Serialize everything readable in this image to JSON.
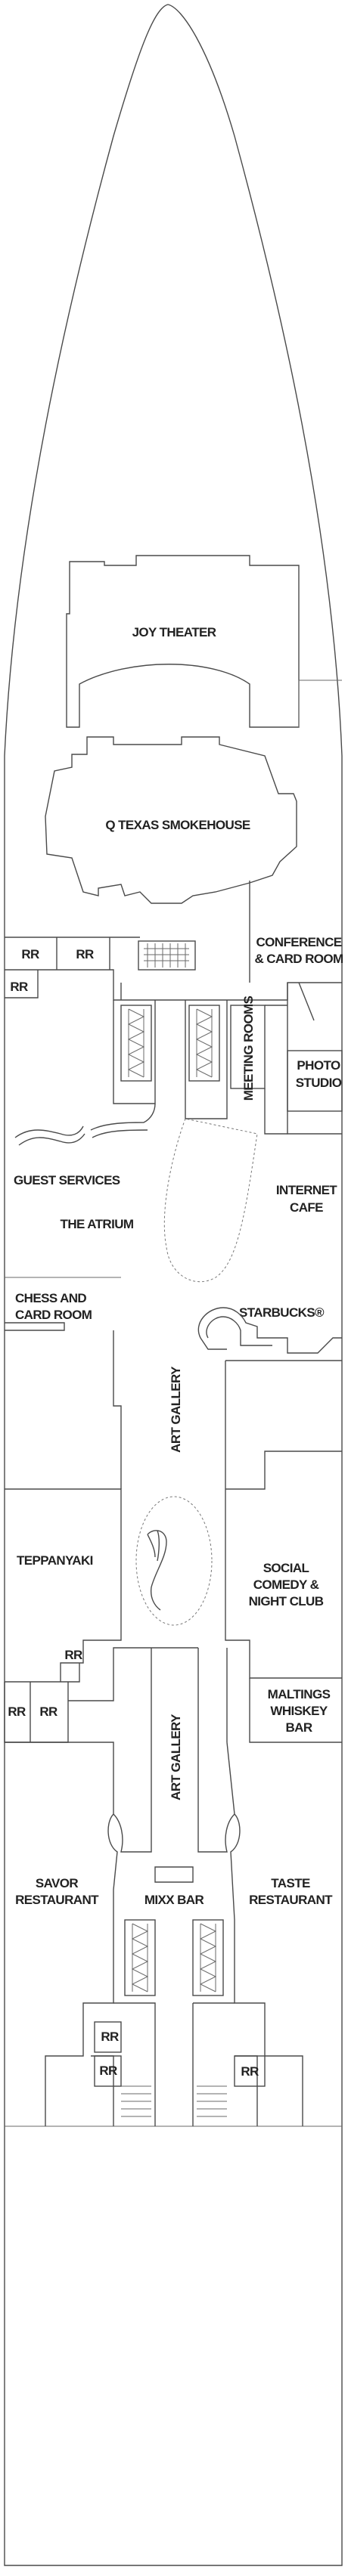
{
  "colors": {
    "line": "#4a4a4a",
    "text": "#222222",
    "background": "#ffffff"
  },
  "labels": {
    "joy_theater": "JOY THEATER",
    "smokehouse": "Q TEXAS SMOKEHOUSE",
    "conference_1": "CONFERENCE",
    "conference_2": "& CARD ROOM",
    "photo_1": "PHOTO",
    "photo_2": "STUDIO",
    "meeting_rooms": "MEETING ROOMS",
    "guest_services": "GUEST SERVICES",
    "atrium": "THE ATRIUM",
    "internet_1": "INTERNET",
    "internet_2": "CAFE",
    "chess_1": "CHESS AND",
    "chess_2": "CARD ROOM",
    "starbucks": "STARBUCKS®",
    "art_gallery_top": "ART GALLERY",
    "teppanyaki": "TEPPANYAKI",
    "social_1": "SOCIAL",
    "social_2": "COMEDY &",
    "social_3": "NIGHT CLUB",
    "maltings_1": "MALTINGS",
    "maltings_2": "WHISKEY",
    "maltings_3": "BAR",
    "art_gallery_bottom": "ART GALLERY",
    "savor_1": "SAVOR",
    "savor_2": "RESTAURANT",
    "mixx_bar": "MIXX BAR",
    "taste_1": "TASTE",
    "taste_2": "RESTAURANT",
    "rr": "RR"
  }
}
